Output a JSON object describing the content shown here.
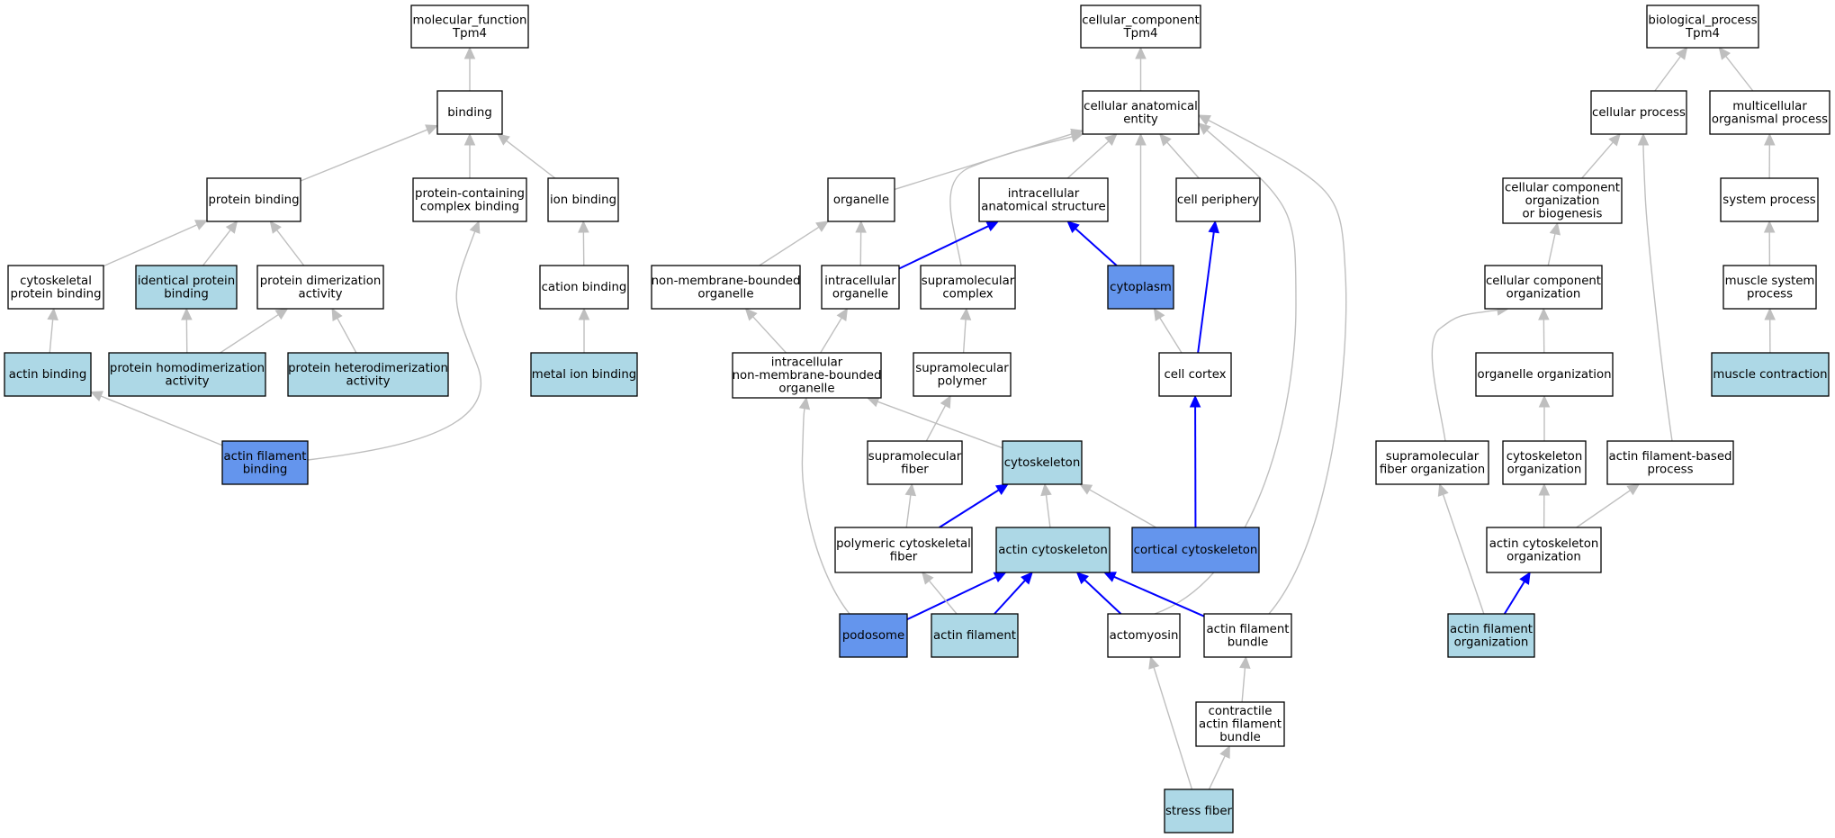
{
  "colors": {
    "plain": "#ffffff",
    "light_blue": "#add8e6",
    "highlight_blue": "#6495ed",
    "edge_gray": "#bfbfbf",
    "edge_blue": "#0000ff",
    "border": "#000000"
  },
  "nodes": {
    "mf_root": {
      "lines": [
        "molecular_function",
        "Tpm4"
      ],
      "fill": "plain"
    },
    "binding": {
      "lines": [
        "binding"
      ],
      "fill": "plain"
    },
    "protein_binding": {
      "lines": [
        "protein binding"
      ],
      "fill": "plain"
    },
    "pcc_binding": {
      "lines": [
        "protein-containing",
        "complex binding"
      ],
      "fill": "plain"
    },
    "ion_binding": {
      "lines": [
        "ion binding"
      ],
      "fill": "plain"
    },
    "cyto_protein_binding": {
      "lines": [
        "cytoskeletal",
        "protein binding"
      ],
      "fill": "plain"
    },
    "identical_protein_binding": {
      "lines": [
        "identical protein",
        "binding"
      ],
      "fill": "light_blue"
    },
    "protein_dimerization": {
      "lines": [
        "protein dimerization",
        "activity"
      ],
      "fill": "plain"
    },
    "cation_binding": {
      "lines": [
        "cation binding"
      ],
      "fill": "plain"
    },
    "actin_binding": {
      "lines": [
        "actin binding"
      ],
      "fill": "light_blue"
    },
    "protein_homodimerization": {
      "lines": [
        "protein homodimerization",
        "activity"
      ],
      "fill": "light_blue"
    },
    "protein_heterodimerization": {
      "lines": [
        "protein heterodimerization",
        "activity"
      ],
      "fill": "light_blue"
    },
    "metal_ion_binding": {
      "lines": [
        "metal ion binding"
      ],
      "fill": "light_blue"
    },
    "actin_filament_binding": {
      "lines": [
        "actin filament",
        "binding"
      ],
      "fill": "highlight_blue"
    },
    "cc_root": {
      "lines": [
        "cellular_component",
        "Tpm4"
      ],
      "fill": "plain"
    },
    "cellular_anatomical_entity": {
      "lines": [
        "cellular anatomical",
        "entity"
      ],
      "fill": "plain"
    },
    "organelle": {
      "lines": [
        "organelle"
      ],
      "fill": "plain"
    },
    "intracellular_anatomical_structure": {
      "lines": [
        "intracellular",
        "anatomical structure"
      ],
      "fill": "plain"
    },
    "cell_periphery": {
      "lines": [
        "cell periphery"
      ],
      "fill": "plain"
    },
    "non_membrane_bounded_organelle": {
      "lines": [
        "non-membrane-bounded",
        "organelle"
      ],
      "fill": "plain"
    },
    "intracellular_organelle": {
      "lines": [
        "intracellular",
        "organelle"
      ],
      "fill": "plain"
    },
    "supramolecular_complex": {
      "lines": [
        "supramolecular",
        "complex"
      ],
      "fill": "plain"
    },
    "cytoplasm": {
      "lines": [
        "cytoplasm"
      ],
      "fill": "highlight_blue"
    },
    "intracellular_nmb_organelle": {
      "lines": [
        "intracellular",
        "non-membrane-bounded",
        "organelle"
      ],
      "fill": "plain"
    },
    "supramolecular_polymer": {
      "lines": [
        "supramolecular",
        "polymer"
      ],
      "fill": "plain"
    },
    "cell_cortex": {
      "lines": [
        "cell cortex"
      ],
      "fill": "plain"
    },
    "supramolecular_fiber": {
      "lines": [
        "supramolecular",
        "fiber"
      ],
      "fill": "plain"
    },
    "cytoskeleton": {
      "lines": [
        "cytoskeleton"
      ],
      "fill": "light_blue"
    },
    "polymeric_cytoskeletal_fiber": {
      "lines": [
        "polymeric cytoskeletal",
        "fiber"
      ],
      "fill": "plain"
    },
    "actin_cytoskeleton": {
      "lines": [
        "actin cytoskeleton"
      ],
      "fill": "light_blue"
    },
    "cortical_cytoskeleton": {
      "lines": [
        "cortical cytoskeleton"
      ],
      "fill": "highlight_blue"
    },
    "podosome": {
      "lines": [
        "podosome"
      ],
      "fill": "highlight_blue"
    },
    "actin_filament": {
      "lines": [
        "actin filament"
      ],
      "fill": "light_blue"
    },
    "actomyosin": {
      "lines": [
        "actomyosin"
      ],
      "fill": "plain"
    },
    "actin_filament_bundle": {
      "lines": [
        "actin filament",
        "bundle"
      ],
      "fill": "plain"
    },
    "contractile_afb": {
      "lines": [
        "contractile",
        "actin filament",
        "bundle"
      ],
      "fill": "plain"
    },
    "stress_fiber": {
      "lines": [
        "stress fiber"
      ],
      "fill": "light_blue"
    },
    "bp_root": {
      "lines": [
        "biological_process",
        "Tpm4"
      ],
      "fill": "plain"
    },
    "cellular_process": {
      "lines": [
        "cellular process"
      ],
      "fill": "plain"
    },
    "multicellular_organismal_process": {
      "lines": [
        "multicellular",
        "organismal process"
      ],
      "fill": "plain"
    },
    "ccob": {
      "lines": [
        "cellular component",
        "organization",
        "or biogenesis"
      ],
      "fill": "plain"
    },
    "system_process": {
      "lines": [
        "system process"
      ],
      "fill": "plain"
    },
    "cc_organization": {
      "lines": [
        "cellular component",
        "organization"
      ],
      "fill": "plain"
    },
    "muscle_system_process": {
      "lines": [
        "muscle system",
        "process"
      ],
      "fill": "plain"
    },
    "organelle_organization": {
      "lines": [
        "organelle organization"
      ],
      "fill": "plain"
    },
    "muscle_contraction": {
      "lines": [
        "muscle contraction"
      ],
      "fill": "light_blue"
    },
    "supramolecular_fiber_org": {
      "lines": [
        "supramolecular",
        "fiber organization"
      ],
      "fill": "plain"
    },
    "cytoskeleton_organization": {
      "lines": [
        "cytoskeleton",
        "organization"
      ],
      "fill": "plain"
    },
    "actin_filament_based_process": {
      "lines": [
        "actin filament-based",
        "process"
      ],
      "fill": "plain"
    },
    "actin_cytoskeleton_org": {
      "lines": [
        "actin cytoskeleton",
        "organization"
      ],
      "fill": "plain"
    },
    "actin_filament_org": {
      "lines": [
        "actin filament",
        "organization"
      ],
      "fill": "light_blue"
    }
  },
  "edges": [
    {
      "from": "binding",
      "to": "mf_root",
      "color": "gray"
    },
    {
      "from": "protein_binding",
      "to": "binding",
      "color": "gray"
    },
    {
      "from": "pcc_binding",
      "to": "binding",
      "color": "gray"
    },
    {
      "from": "ion_binding",
      "to": "binding",
      "color": "gray"
    },
    {
      "from": "cyto_protein_binding",
      "to": "protein_binding",
      "color": "gray"
    },
    {
      "from": "identical_protein_binding",
      "to": "protein_binding",
      "color": "gray"
    },
    {
      "from": "protein_dimerization",
      "to": "protein_binding",
      "color": "gray"
    },
    {
      "from": "cation_binding",
      "to": "ion_binding",
      "color": "gray"
    },
    {
      "from": "actin_binding",
      "to": "cyto_protein_binding",
      "color": "gray"
    },
    {
      "from": "protein_homodimerization",
      "to": "identical_protein_binding",
      "color": "gray"
    },
    {
      "from": "protein_homodimerization",
      "to": "protein_dimerization",
      "color": "gray"
    },
    {
      "from": "protein_heterodimerization",
      "to": "protein_dimerization",
      "color": "gray"
    },
    {
      "from": "metal_ion_binding",
      "to": "cation_binding",
      "color": "gray"
    },
    {
      "from": "actin_filament_binding",
      "to": "actin_binding",
      "color": "gray"
    },
    {
      "from": "actin_filament_binding",
      "to": "pcc_binding",
      "color": "gray"
    },
    {
      "from": "cellular_anatomical_entity",
      "to": "cc_root",
      "color": "gray"
    },
    {
      "from": "organelle",
      "to": "cellular_anatomical_entity",
      "color": "gray"
    },
    {
      "from": "intracellular_anatomical_structure",
      "to": "cellular_anatomical_entity",
      "color": "gray"
    },
    {
      "from": "cell_periphery",
      "to": "cellular_anatomical_entity",
      "color": "gray"
    },
    {
      "from": "supramolecular_complex",
      "to": "cellular_anatomical_entity",
      "color": "gray"
    },
    {
      "from": "cytoplasm",
      "to": "cellular_anatomical_entity",
      "color": "gray"
    },
    {
      "from": "actomyosin",
      "to": "cellular_anatomical_entity",
      "color": "gray"
    },
    {
      "from": "actin_filament_bundle",
      "to": "cellular_anatomical_entity",
      "color": "gray"
    },
    {
      "from": "non_membrane_bounded_organelle",
      "to": "organelle",
      "color": "gray"
    },
    {
      "from": "intracellular_organelle",
      "to": "organelle",
      "color": "gray"
    },
    {
      "from": "intracellular_organelle",
      "to": "intracellular_anatomical_structure",
      "color": "blue"
    },
    {
      "from": "cytoplasm",
      "to": "intracellular_anatomical_structure",
      "color": "blue"
    },
    {
      "from": "cell_cortex",
      "to": "cell_periphery",
      "color": "blue"
    },
    {
      "from": "cell_cortex",
      "to": "cytoplasm",
      "color": "gray"
    },
    {
      "from": "intracellular_nmb_organelle",
      "to": "non_membrane_bounded_organelle",
      "color": "gray"
    },
    {
      "from": "intracellular_nmb_organelle",
      "to": "intracellular_organelle",
      "color": "gray"
    },
    {
      "from": "supramolecular_polymer",
      "to": "supramolecular_complex",
      "color": "gray"
    },
    {
      "from": "supramolecular_fiber",
      "to": "supramolecular_polymer",
      "color": "gray"
    },
    {
      "from": "cytoskeleton",
      "to": "intracellular_nmb_organelle",
      "color": "gray"
    },
    {
      "from": "polymeric_cytoskeletal_fiber",
      "to": "supramolecular_fiber",
      "color": "gray"
    },
    {
      "from": "polymeric_cytoskeletal_fiber",
      "to": "cytoskeleton",
      "color": "blue"
    },
    {
      "from": "actin_cytoskeleton",
      "to": "cytoskeleton",
      "color": "gray"
    },
    {
      "from": "cortical_cytoskeleton",
      "to": "cytoskeleton",
      "color": "gray"
    },
    {
      "from": "cortical_cytoskeleton",
      "to": "cell_cortex",
      "color": "blue"
    },
    {
      "from": "podosome",
      "to": "intracellular_nmb_organelle",
      "color": "gray"
    },
    {
      "from": "podosome",
      "to": "actin_cytoskeleton",
      "color": "blue"
    },
    {
      "from": "actin_filament",
      "to": "polymeric_cytoskeletal_fiber",
      "color": "gray"
    },
    {
      "from": "actin_filament",
      "to": "actin_cytoskeleton",
      "color": "blue"
    },
    {
      "from": "actomyosin",
      "to": "actin_cytoskeleton",
      "color": "blue"
    },
    {
      "from": "actin_filament_bundle",
      "to": "actin_cytoskeleton",
      "color": "blue"
    },
    {
      "from": "contractile_afb",
      "to": "actin_filament_bundle",
      "color": "gray"
    },
    {
      "from": "stress_fiber",
      "to": "contractile_afb",
      "color": "gray"
    },
    {
      "from": "stress_fiber",
      "to": "actomyosin",
      "color": "gray"
    },
    {
      "from": "cellular_process",
      "to": "bp_root",
      "color": "gray"
    },
    {
      "from": "multicellular_organismal_process",
      "to": "bp_root",
      "color": "gray"
    },
    {
      "from": "ccob",
      "to": "cellular_process",
      "color": "gray"
    },
    {
      "from": "system_process",
      "to": "multicellular_organismal_process",
      "color": "gray"
    },
    {
      "from": "cc_organization",
      "to": "ccob",
      "color": "gray"
    },
    {
      "from": "muscle_system_process",
      "to": "system_process",
      "color": "gray"
    },
    {
      "from": "organelle_organization",
      "to": "cc_organization",
      "color": "gray"
    },
    {
      "from": "muscle_contraction",
      "to": "muscle_system_process",
      "color": "gray"
    },
    {
      "from": "supramolecular_fiber_org",
      "to": "cc_organization",
      "color": "gray"
    },
    {
      "from": "cytoskeleton_organization",
      "to": "organelle_organization",
      "color": "gray"
    },
    {
      "from": "actin_filament_based_process",
      "to": "cellular_process",
      "color": "gray"
    },
    {
      "from": "actin_cytoskeleton_org",
      "to": "cytoskeleton_organization",
      "color": "gray"
    },
    {
      "from": "actin_cytoskeleton_org",
      "to": "actin_filament_based_process",
      "color": "gray"
    },
    {
      "from": "actin_filament_org",
      "to": "supramolecular_fiber_org",
      "color": "gray"
    },
    {
      "from": "actin_filament_org",
      "to": "actin_cytoskeleton_org",
      "color": "blue"
    }
  ]
}
